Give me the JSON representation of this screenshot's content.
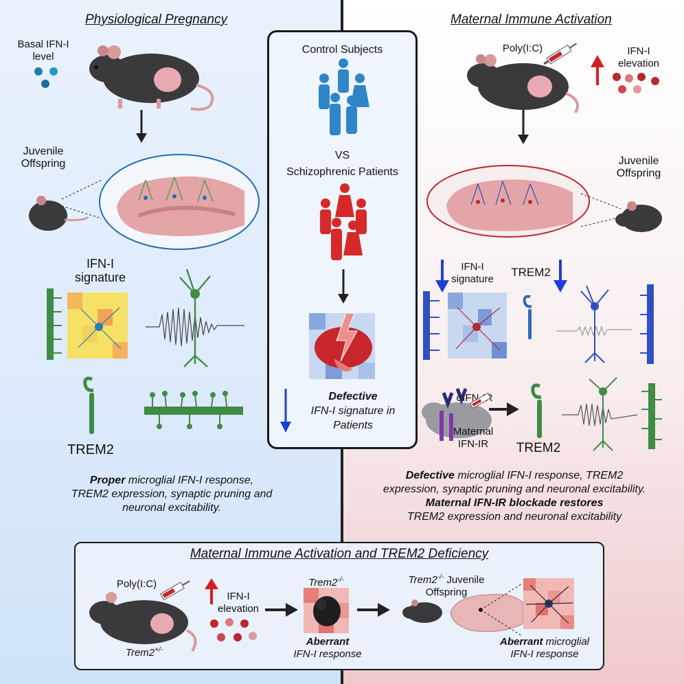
{
  "left": {
    "title": "Physiological Pregnancy",
    "basal_label_1": "Basal IFN-I",
    "basal_label_2": "level",
    "offspring_1": "Juvenile",
    "offspring_2": "Offspring",
    "ifn_1": "IFN-I",
    "ifn_2": "signature",
    "trem2": "TREM2",
    "summary_bold": "Proper",
    "summary_1": " microglial IFN-I response,",
    "summary_2": "TREM2 expression, synaptic pruning and",
    "summary_3": "neuronal excitability."
  },
  "center": {
    "control": "Control Subjects",
    "vs": "VS",
    "patients": "Schizophrenic Patients",
    "defective": "Defective",
    "ifn_line": "IFN-I signature in",
    "patients_line": "Patients"
  },
  "right": {
    "title": "Maternal Immune Activation",
    "polyic": "Poly(I:C)",
    "ifn_elev_1": "IFN-I",
    "ifn_elev_2": "elevation",
    "offspring_1": "Juvenile",
    "offspring_2": "Offspring",
    "ifn_1": "IFN-I",
    "ifn_2": "signature",
    "trem2_top": "TREM2",
    "aifn": "αIFN-IR",
    "maternal_1": "Maternal",
    "maternal_2": "IFN-IR",
    "trem2_bottom": "TREM2",
    "summary_bold": "Defective",
    "summary_1": " microglial IFN-I response, TREM2",
    "summary_2": "expression, synaptic pruning and neuronal excitability.",
    "summary_3_bold": "Maternal IFN-IR blockade restores",
    "summary_4": "TREM2 expression and neuronal excitability"
  },
  "bottom": {
    "title": "Maternal Immune Activation and TREM2 Deficiency",
    "polyic": "Poly(I:C)",
    "trem2_het_base": "Trem2",
    "trem2_het_sup": "+/-",
    "ifn_elev_1": "IFN-I",
    "ifn_elev_2": "elevation",
    "trem2_ko_base": "Trem2",
    "trem2_ko_sup": "-/-",
    "aberrant": "Aberrant",
    "ifn_response": "IFN-I response",
    "juv_base": "Trem2",
    "juv_sup": "-/-",
    "juv_1": " Juvenile",
    "juv_2": "Offspring",
    "aberrant2": "Aberrant",
    "microglial": " microglial",
    "ifn_response2": "IFN-I response"
  },
  "colors": {
    "blue_accent": "#1976d2",
    "red_accent": "#d32f2f",
    "microglia_green": "#3a8a46"
  }
}
